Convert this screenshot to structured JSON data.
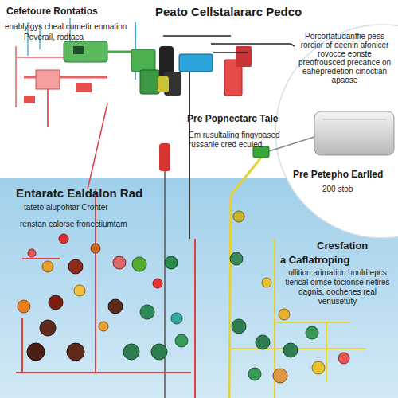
{
  "diagram": {
    "title": "Peato Cellstalararc Pedco",
    "nodes": [
      {
        "text": [
          "Pre Petepho Earlled",
          "200 stob"
        ]
      }
    ],
    "labels": [
      "Cefetoure Rontatios",
      "enablyigys cheal cumetir enmation",
      "Poverail, rodtaca",
      "Porcortatudanffie pess rorcior of deenin afonicer rovocce eonste preofrousced precance on eahepredetion cinoctian apaose",
      "Pre Popnectarc Tale",
      "Em rusultaling fingypased russanle cred ecuied",
      "Entaratc Ealdalon Rad",
      "tateto alupohtar Cronter",
      "renstan calorse fronectiumtam",
      "Cresfation",
      "a Caflatroping",
      "ollition arimation hould epcs tiencal oimse tocionse netires dagnis, oochenes real venusetuty"
    ]
  }
}
